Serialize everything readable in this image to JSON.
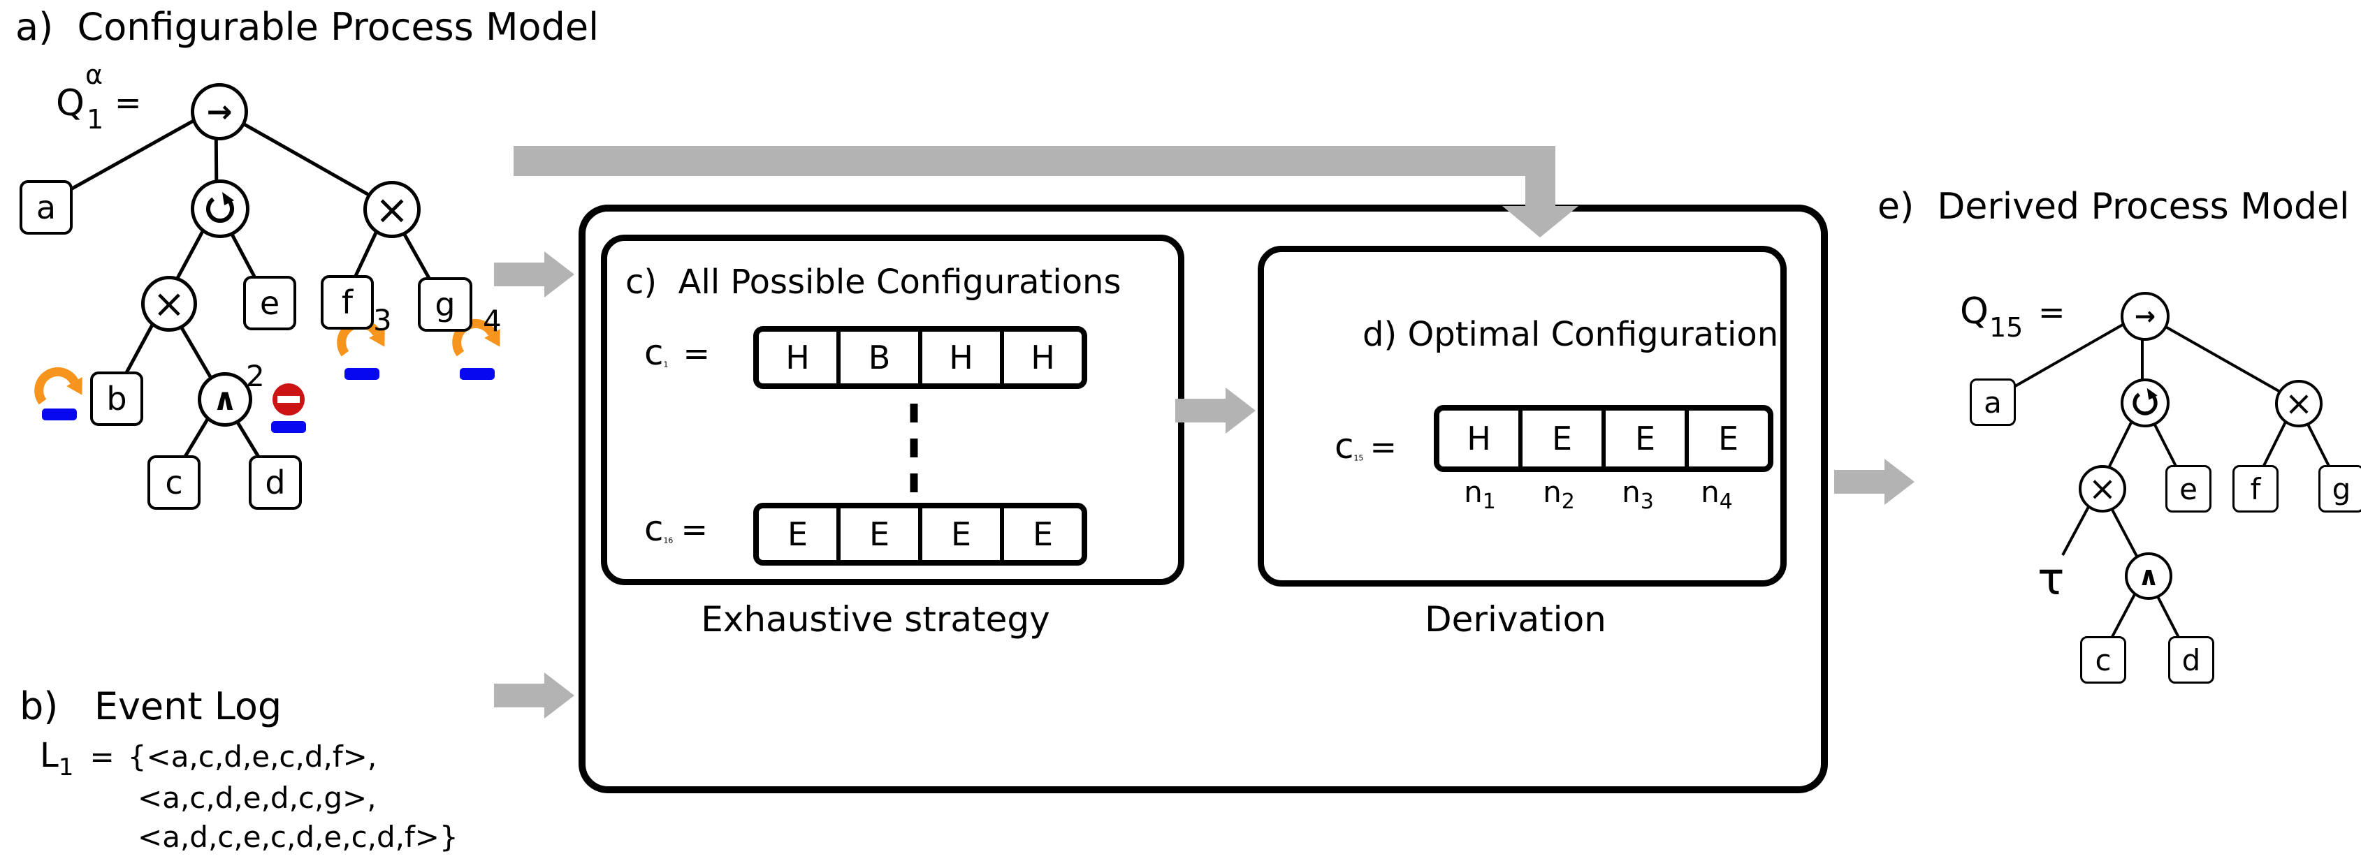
{
  "colors": {
    "orange": "#f7941e",
    "blue": "#0707f0",
    "red": "#cc1414",
    "arrow_gray": "#b3b3b3"
  },
  "panel_a": {
    "tag": "a)",
    "title": "Configurable Process Model",
    "q": "Q",
    "q_sup": "α",
    "q_sub": "1",
    "eq": "=",
    "op_seq": "→",
    "op_xor_left": "×",
    "op_xor_right": "×",
    "op_and": "∧",
    "leaf_a": "a",
    "leaf_b": "b",
    "leaf_c": "c",
    "leaf_d": "d",
    "leaf_e": "e",
    "leaf_f": "f",
    "leaf_g": "g",
    "id_and": "2",
    "id_f": "3",
    "id_g": "4"
  },
  "panel_b": {
    "tag": "b)",
    "title": "Event Log",
    "l": "L",
    "l_sub": "1",
    "eq": "=",
    "trace1": "{<a,c,d,e,c,d,f>,",
    "trace2": "<a,c,d,e,d,c,g>,",
    "trace3": "<a,d,c,e,c,d,e,c,d,f>}"
  },
  "panel_c": {
    "tag": "c)",
    "title": "All Possible Configurations",
    "c1": {
      "base": "c",
      "sub": "1",
      "eq": "=",
      "cells": [
        "H",
        "B",
        "H",
        "H"
      ]
    },
    "c16": {
      "base": "c",
      "sub": "16",
      "eq": "=",
      "cells": [
        "E",
        "E",
        "E",
        "E"
      ]
    },
    "caption": "Exhaustive strategy"
  },
  "panel_d": {
    "tag": "d)",
    "title": "Optimal Configuration",
    "c15": {
      "base": "c",
      "sub": "15",
      "eq": "=",
      "cells": [
        "H",
        "E",
        "E",
        "E"
      ]
    },
    "nodes": [
      {
        "base": "n",
        "sub": "1"
      },
      {
        "base": "n",
        "sub": "2"
      },
      {
        "base": "n",
        "sub": "3"
      },
      {
        "base": "n",
        "sub": "4"
      }
    ],
    "caption": "Derivation"
  },
  "panel_e": {
    "tag": "e)",
    "title": "Derived Process Model",
    "q": "Q",
    "q_sub": "15",
    "eq": "=",
    "op_seq": "→",
    "op_xor_left": "×",
    "op_xor_right": "×",
    "op_and": "∧",
    "leaf_a": "a",
    "leaf_tau": "τ",
    "leaf_c": "c",
    "leaf_d": "d",
    "leaf_e": "e",
    "leaf_f": "f",
    "leaf_g": "g"
  }
}
